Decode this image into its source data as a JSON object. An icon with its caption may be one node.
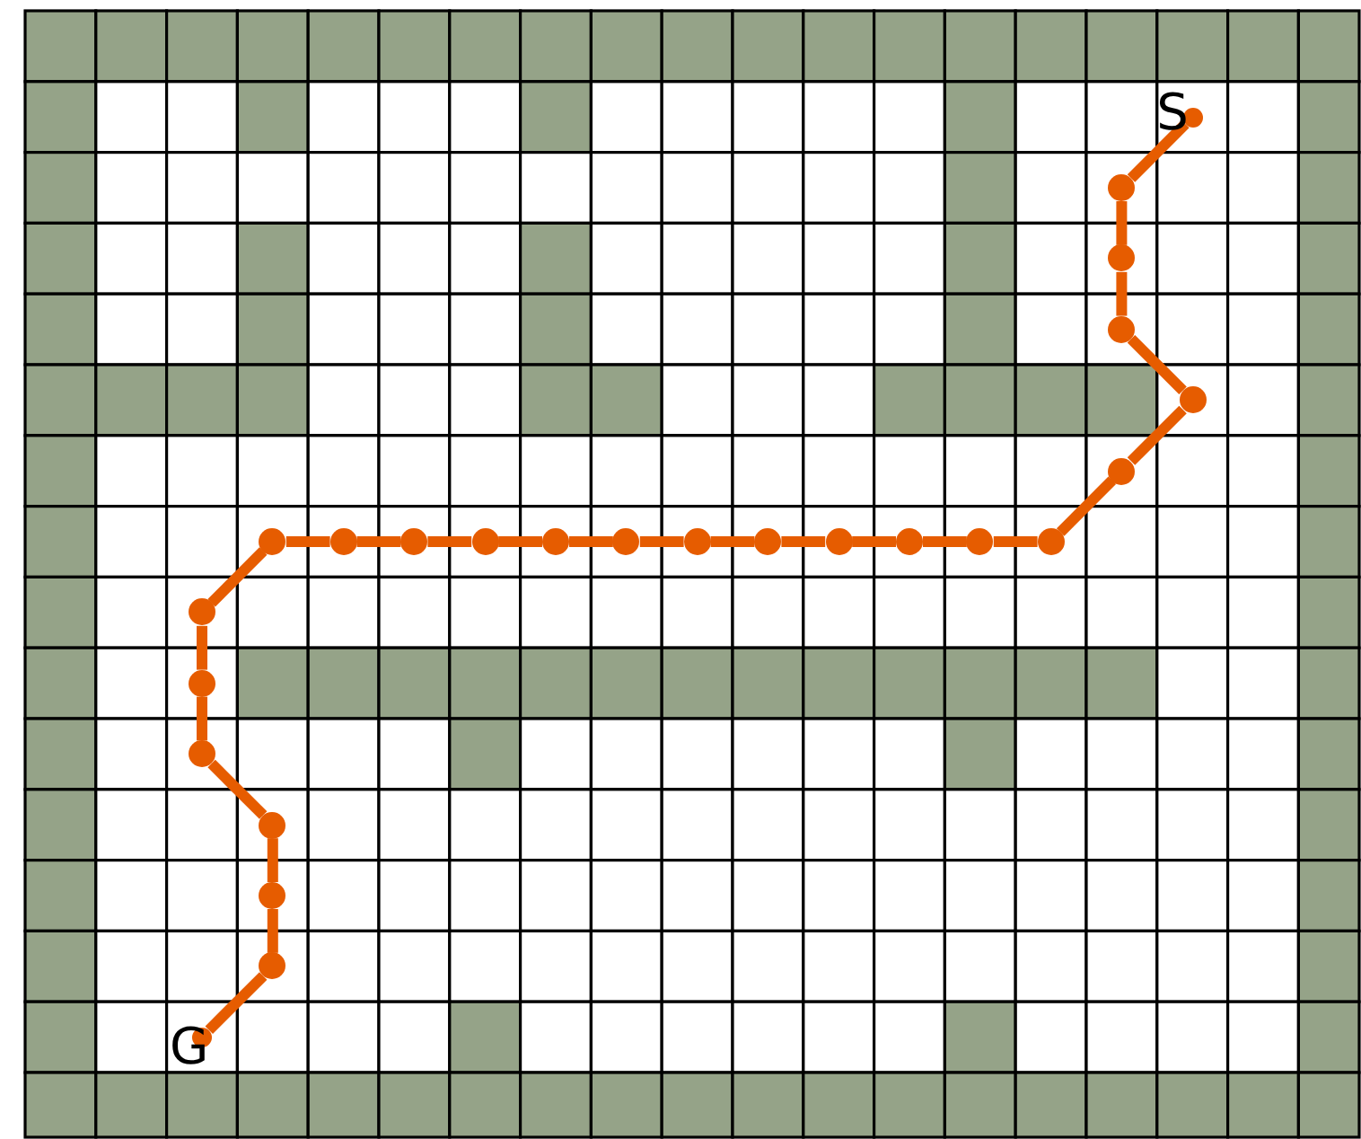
{
  "diagram": {
    "nodes": [
      {
        "text": [],
        "shape": "circle",
        "beside": [
          "S"
        ]
      },
      {
        "text": [],
        "shape": "circle"
      },
      {
        "text": [],
        "shape": "circle"
      },
      {
        "text": [],
        "shape": "circle"
      },
      {
        "text": [],
        "shape": "circle"
      },
      {
        "text": [],
        "shape": "circle"
      },
      {
        "text": [],
        "shape": "circle"
      },
      {
        "text": [],
        "shape": "circle"
      },
      {
        "text": [],
        "shape": "circle"
      },
      {
        "text": [],
        "shape": "circle"
      },
      {
        "text": [],
        "shape": "circle"
      },
      {
        "text": [],
        "shape": "circle"
      },
      {
        "text": [],
        "shape": "circle"
      },
      {
        "text": [],
        "shape": "circle"
      },
      {
        "text": [],
        "shape": "circle"
      },
      {
        "text": [],
        "shape": "circle"
      },
      {
        "text": [],
        "shape": "circle"
      },
      {
        "text": [],
        "shape": "circle"
      },
      {
        "text": [],
        "shape": "circle"
      },
      {
        "text": [],
        "shape": "circle"
      },
      {
        "text": [],
        "shape": "circle"
      },
      {
        "text": [],
        "shape": "circle"
      },
      {
        "text": [],
        "shape": "circle"
      },
      {
        "text": [],
        "shape": "circle"
      },
      {
        "text": [],
        "shape": "circle",
        "beside": [
          "G"
        ]
      }
    ],
    "edges": [
      {
        "from": 0,
        "to": 1,
        "arrow": "none"
      },
      {
        "from": 1,
        "to": 2,
        "arrow": "none"
      },
      {
        "from": 2,
        "to": 3,
        "arrow": "none"
      },
      {
        "from": 3,
        "to": 4,
        "arrow": "none"
      },
      {
        "from": 4,
        "to": 5,
        "arrow": "none"
      },
      {
        "from": 5,
        "to": 6,
        "arrow": "none"
      },
      {
        "from": 6,
        "to": 7,
        "arrow": "none"
      },
      {
        "from": 7,
        "to": 8,
        "arrow": "none"
      },
      {
        "from": 8,
        "to": 9,
        "arrow": "none"
      },
      {
        "from": 9,
        "to": 10,
        "arrow": "none"
      },
      {
        "from": 10,
        "to": 11,
        "arrow": "none"
      },
      {
        "from": 11,
        "to": 12,
        "arrow": "none"
      },
      {
        "from": 12,
        "to": 13,
        "arrow": "none"
      },
      {
        "from": 13,
        "to": 14,
        "arrow": "none"
      },
      {
        "from": 14,
        "to": 15,
        "arrow": "none"
      },
      {
        "from": 15,
        "to": 16,
        "arrow": "none"
      },
      {
        "from": 16,
        "to": 17,
        "arrow": "none"
      },
      {
        "from": 17,
        "to": 18,
        "arrow": "none"
      },
      {
        "from": 18,
        "to": 19,
        "arrow": "none"
      },
      {
        "from": 19,
        "to": 20,
        "arrow": "none"
      },
      {
        "from": 20,
        "to": 21,
        "arrow": "none"
      },
      {
        "from": 21,
        "to": 22,
        "arrow": "none"
      },
      {
        "from": 22,
        "to": 23,
        "arrow": "none"
      },
      {
        "from": 23,
        "to": 24,
        "arrow": "none"
      }
    ]
  }
}
